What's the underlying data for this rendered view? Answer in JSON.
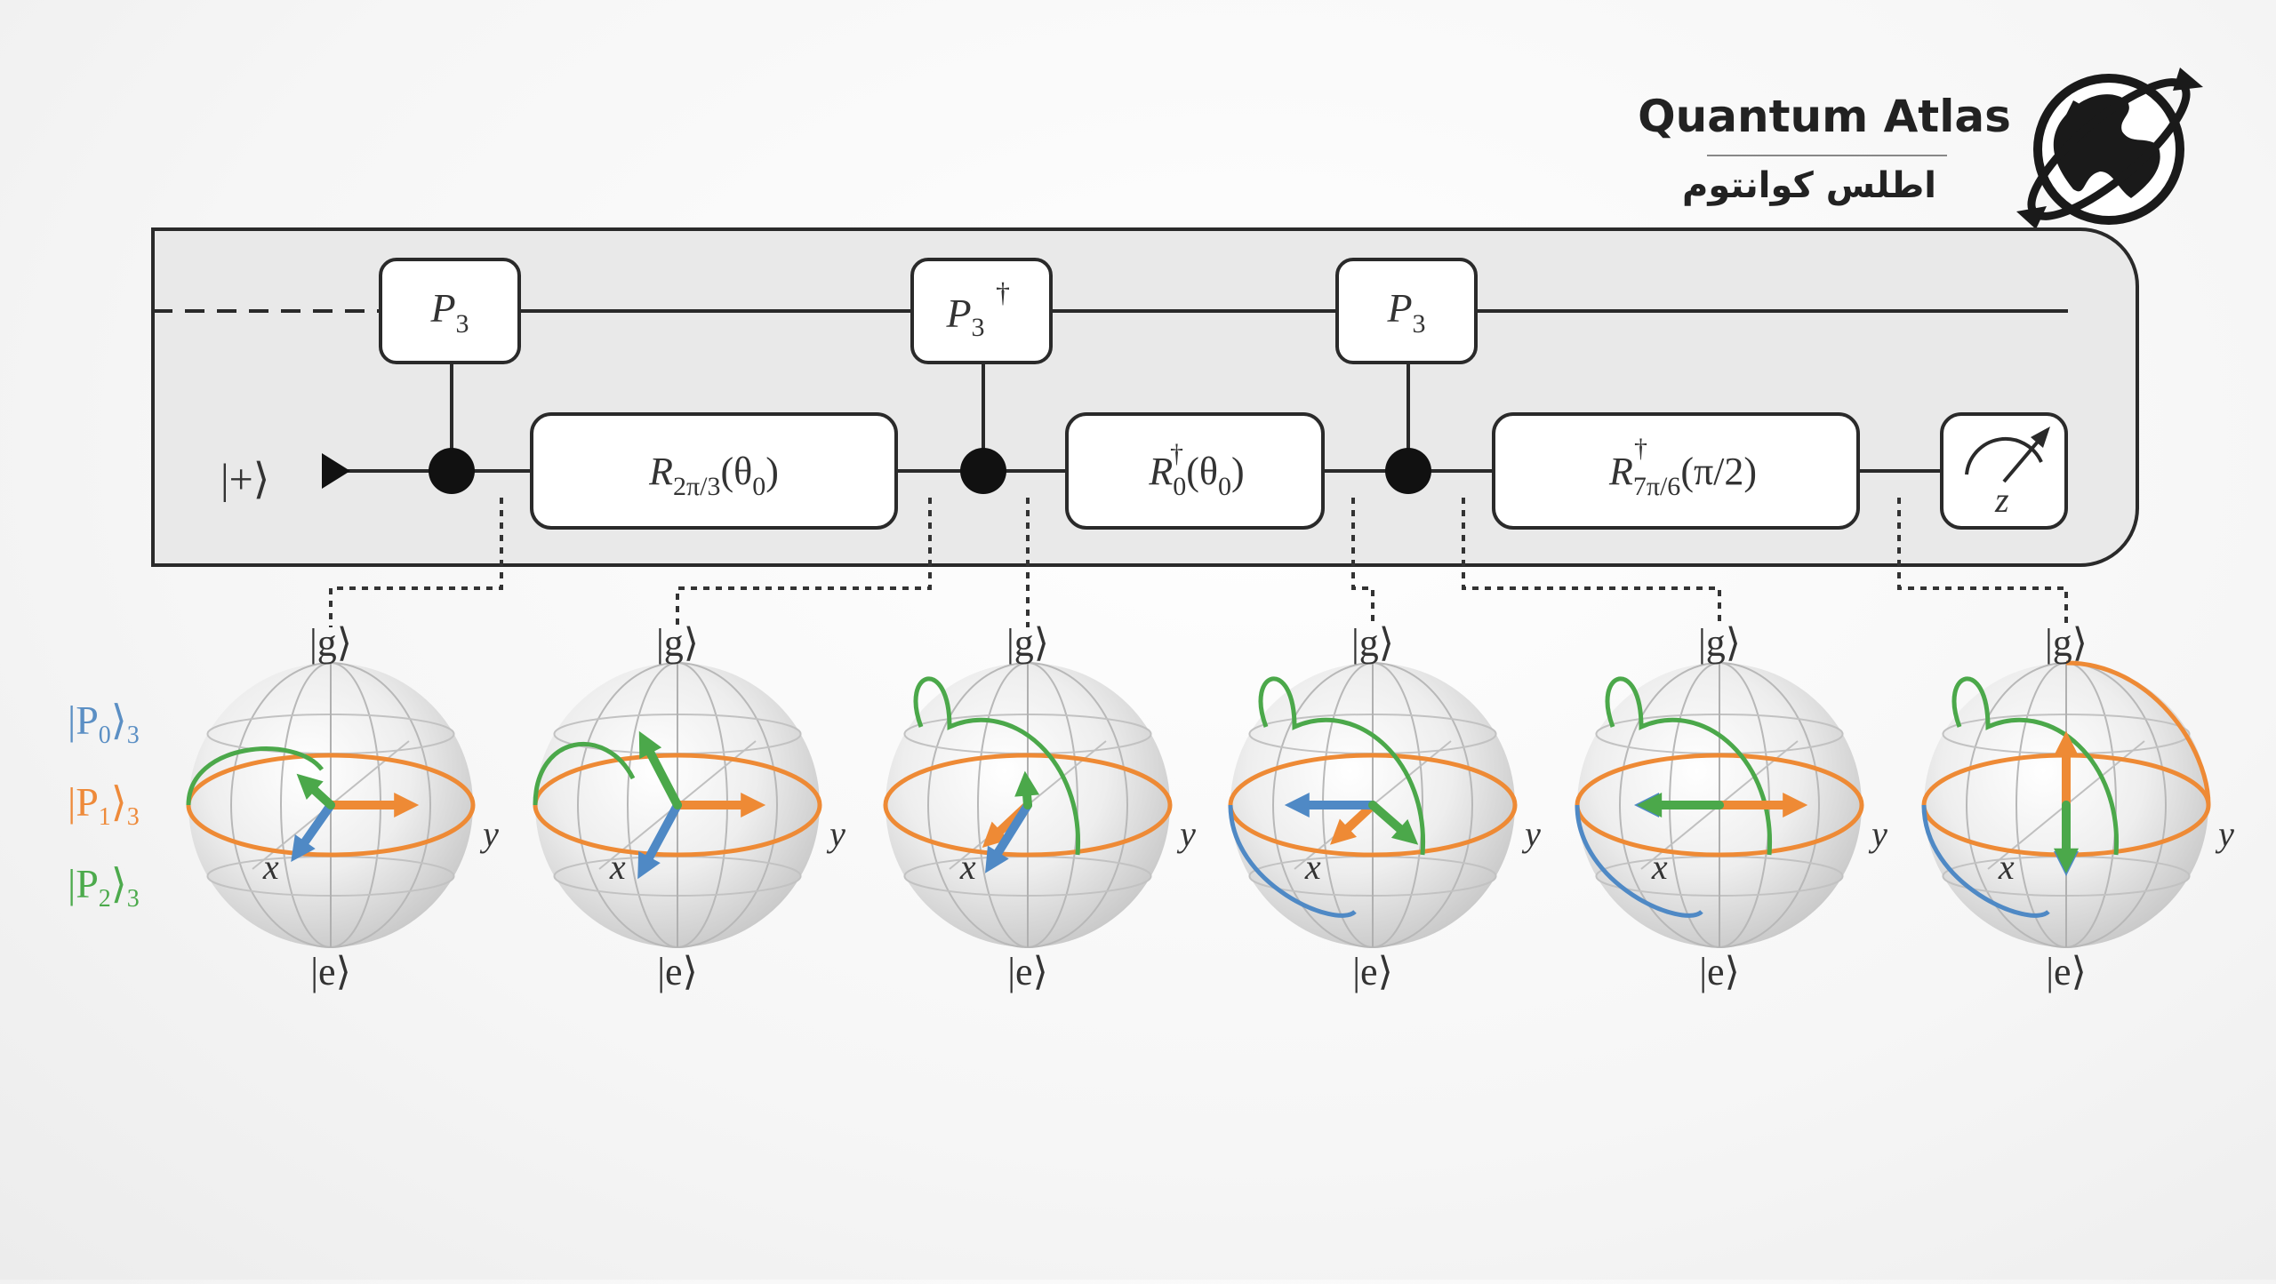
{
  "brand": {
    "name_en": "Quantum Atlas",
    "name_fa": "اطلس کوانتوم",
    "logo_icon": "globe-orbit-icon"
  },
  "circuit": {
    "input_state": "|+⟩",
    "gates_top": [
      {
        "op": "P",
        "sub": "3",
        "sup": ""
      },
      {
        "op": "P",
        "sub": "3",
        "sup": "†"
      },
      {
        "op": "P",
        "sub": "3",
        "sup": ""
      }
    ],
    "gates_bottom": [
      {
        "op": "R",
        "sub": "2π/3",
        "sup": "",
        "arg": "(θ",
        "argsub": "0",
        "argend": ")"
      },
      {
        "op": "R",
        "sub": "0",
        "sup": "†",
        "arg": "(θ",
        "argsub": "0",
        "argend": ")"
      },
      {
        "op": "R",
        "sub": "7π/6",
        "sup": "†",
        "arg": "(π/2)",
        "argsub": "",
        "argend": ""
      }
    ],
    "measurement_label": "z"
  },
  "legend": [
    {
      "ket": "|P",
      "sub": "0",
      "close": "⟩",
      "outer": "3",
      "color": "#5b8fc4"
    },
    {
      "ket": "|P",
      "sub": "1",
      "close": "⟩",
      "outer": "3",
      "color": "#ee8a3a"
    },
    {
      "ket": "|P",
      "sub": "2",
      "close": "⟩",
      "outer": "3",
      "color": "#4caa4c"
    }
  ],
  "sphere_labels": {
    "top": "|g⟩",
    "bottom": "|e⟩",
    "x": "x",
    "y": "y"
  },
  "colors": {
    "p0": "#4f89c5",
    "p1": "#ee8a35",
    "p2": "#4ba84a",
    "frame_fill": "#e9e9e9",
    "line": "#2a2a2a"
  }
}
